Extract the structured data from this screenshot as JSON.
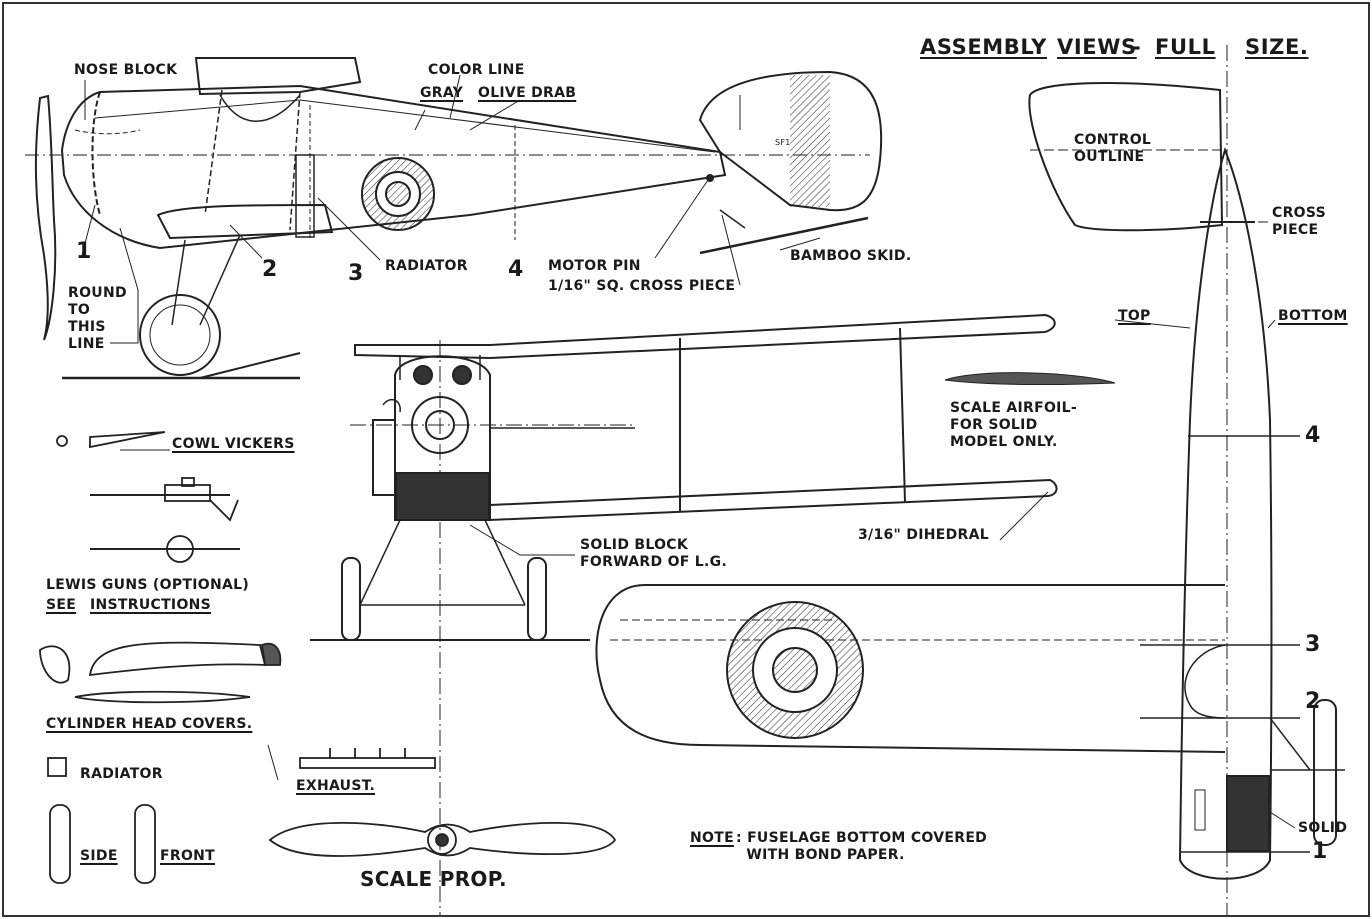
{
  "title": {
    "assembly": "ASSEMBLY",
    "views": "VIEWS",
    "dash": "-",
    "full": "FULL",
    "size": "SIZE."
  },
  "side_view": {
    "nose_block": "NOSE BLOCK",
    "color_line": "COLOR LINE",
    "gray": "GRAY",
    "olive_drab": "OLIVE DRAB",
    "radiator": "RADIATOR",
    "motor_pin": "MOTOR PIN",
    "cross_piece": "1/16\" SQ. CROSS PIECE",
    "bamboo_skid": "BAMBOO SKID.",
    "round_to_line": "ROUND\nTO\nTHIS\nLINE",
    "station_1": "1",
    "station_2": "2",
    "station_3": "3",
    "station_4": "4",
    "tail_mark": "SF1"
  },
  "plan_view": {
    "control_outline": "CONTROL\nOUTLINE",
    "cross_piece": "CROSS\nPIECE",
    "top": "TOP",
    "bottom": "BOTTOM",
    "station_4": "4",
    "station_3": "3",
    "station_2": "2",
    "station_1": "1",
    "solid": "SOLID"
  },
  "front_view": {
    "scale_airfoil": "SCALE AIRFOIL-\nFOR SOLID\nMODEL ONLY.",
    "dihedral": "3/16\" DIHEDRAL",
    "solid_block": "SOLID BLOCK\nFORWARD OF L.G."
  },
  "parts": {
    "cowl_vickers": "COWL VICKERS",
    "lewis_guns": "LEWIS GUNS (OPTIONAL)",
    "see": "SEE",
    "instructions": "INSTRUCTIONS",
    "cylinder_head_covers": "CYLINDER HEAD COVERS.",
    "radiator": "RADIATOR",
    "exhaust": "EXHAUST.",
    "side": "SIDE",
    "front": "FRONT",
    "scale_prop": "SCALE PROP."
  },
  "note": {
    "label": "NOTE",
    "text": ": FUSELAGE BOTTOM COVERED\n  WITH BOND PAPER."
  }
}
